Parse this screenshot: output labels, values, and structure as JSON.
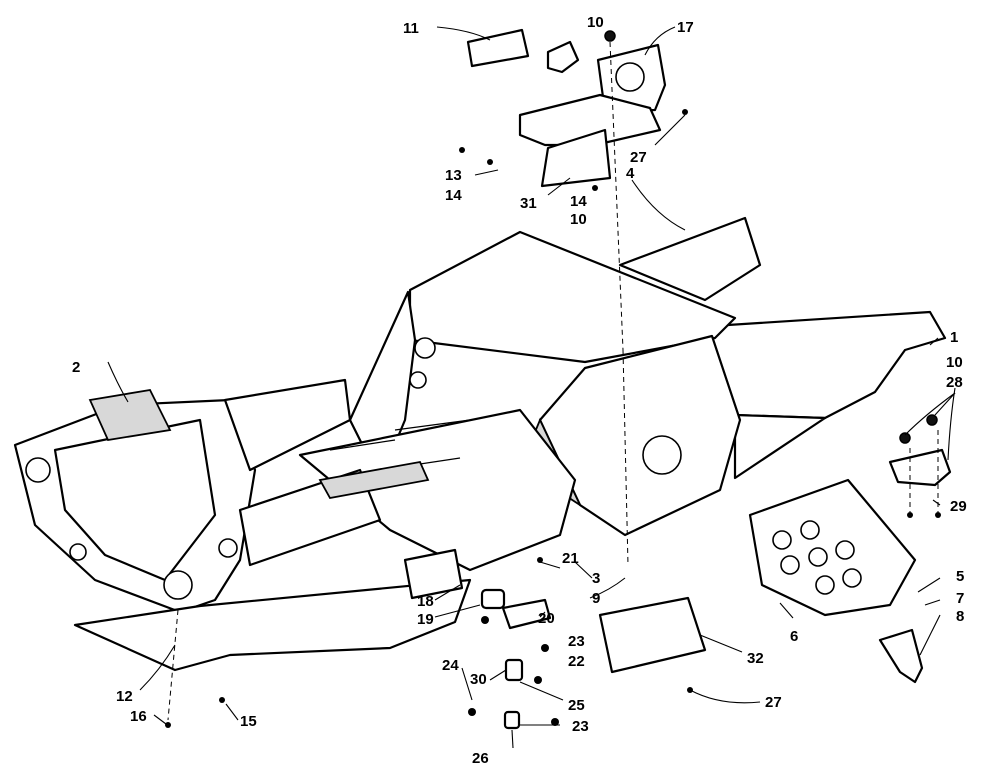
{
  "callouts": [
    {
      "id": "c11",
      "text": "11"
    },
    {
      "id": "c10a",
      "text": "10"
    },
    {
      "id": "c17",
      "text": "17"
    },
    {
      "id": "c27a",
      "text": "27"
    },
    {
      "id": "c4",
      "text": "4"
    },
    {
      "id": "c13",
      "text": "13"
    },
    {
      "id": "c14a",
      "text": "14"
    },
    {
      "id": "c31",
      "text": "31"
    },
    {
      "id": "c14b",
      "text": "14"
    },
    {
      "id": "c10b",
      "text": "10"
    },
    {
      "id": "c1",
      "text": "1"
    },
    {
      "id": "c10c",
      "text": "10"
    },
    {
      "id": "c28",
      "text": "28"
    },
    {
      "id": "c2",
      "text": "2"
    },
    {
      "id": "c29",
      "text": "29"
    },
    {
      "id": "c21",
      "text": "21"
    },
    {
      "id": "c3",
      "text": "3"
    },
    {
      "id": "c9",
      "text": "9"
    },
    {
      "id": "c5",
      "text": "5"
    },
    {
      "id": "c7",
      "text": "7"
    },
    {
      "id": "c18",
      "text": "18"
    },
    {
      "id": "c19",
      "text": "19"
    },
    {
      "id": "c20",
      "text": "20"
    },
    {
      "id": "c23a",
      "text": "23"
    },
    {
      "id": "c6",
      "text": "6"
    },
    {
      "id": "c8",
      "text": "8"
    },
    {
      "id": "c22",
      "text": "22"
    },
    {
      "id": "c32",
      "text": "32"
    },
    {
      "id": "c24",
      "text": "24"
    },
    {
      "id": "c30",
      "text": "30"
    },
    {
      "id": "c25",
      "text": "25"
    },
    {
      "id": "c12",
      "text": "12"
    },
    {
      "id": "c16",
      "text": "16"
    },
    {
      "id": "c15",
      "text": "15"
    },
    {
      "id": "c27b",
      "text": "27"
    },
    {
      "id": "c23b",
      "text": "23"
    },
    {
      "id": "c26",
      "text": "26"
    }
  ]
}
